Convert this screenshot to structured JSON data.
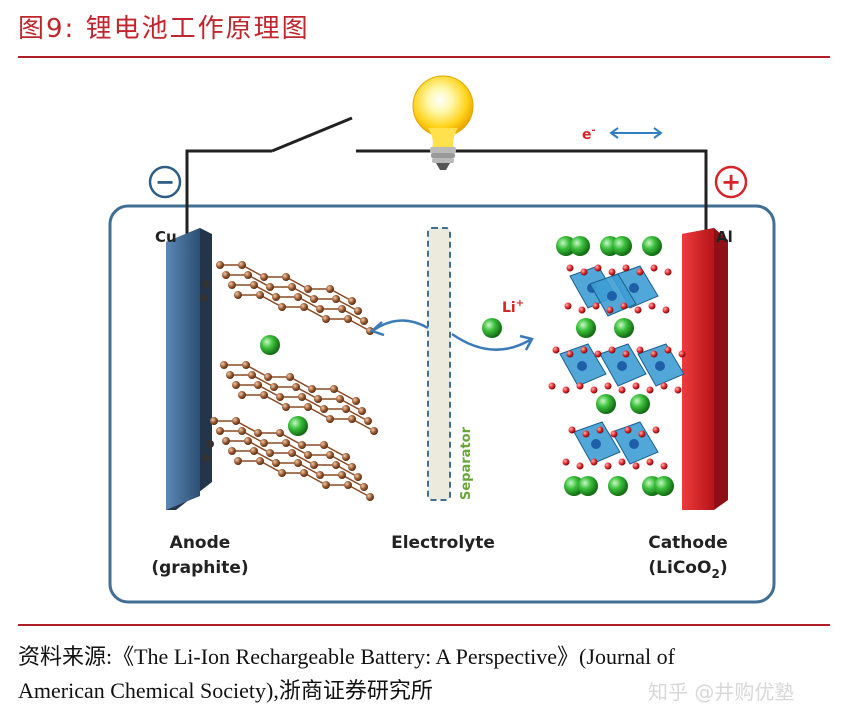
{
  "figure": {
    "title": "图9:  锂电池工作原理图"
  },
  "diagram": {
    "anode_terminal": "Cu",
    "cathode_terminal": "Al",
    "minus_sign": "−",
    "plus_sign": "+",
    "electron_label": "e",
    "electron_superscript": "-",
    "ion_label": "Li",
    "ion_superscript": "+",
    "separator_label": "Separator",
    "anode_label": "Anode",
    "anode_material": "(graphite)",
    "electrolyte_label": "Electrolyte",
    "cathode_label": "Cathode",
    "cathode_material": "(LiCoO",
    "cathode_material_sub": "2",
    "cathode_material_end": ")"
  },
  "source": {
    "line1": "资料来源:《The Li-Ion Rechargeable Battery: A Perspective》(Journal of",
    "line2": "American Chemical Society),浙商证券研究所"
  },
  "watermark": "知乎 @井购优塾",
  "colors": {
    "title_red": "#c0262d",
    "anode_blue": "#3d6a96",
    "cathode_red": "#d8232a",
    "graphite_brown": "#9a5a32",
    "lithium_green": "#3cc13c",
    "cobalt_blue": "#2f8ec7",
    "oxygen_red": "#e0262a"
  }
}
